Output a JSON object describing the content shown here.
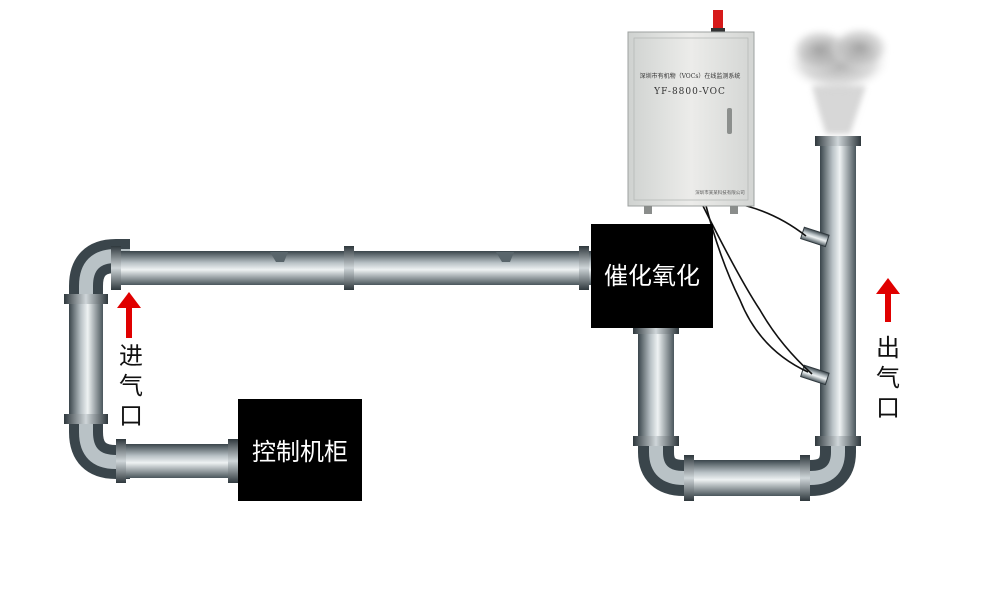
{
  "nodes": {
    "control_cabinet": "控制机柜",
    "catalytic_oxidation": "催化氧化"
  },
  "labels": {
    "inlet": [
      "进",
      "气",
      "口"
    ],
    "outlet": [
      "出",
      "气",
      "口"
    ]
  },
  "monitor_cabinet": {
    "title": "深圳市有机物（VOCs）在线监测系统",
    "model": "YF-8800-VOC",
    "maker": "深圳市某某科技有限公司"
  },
  "colors": {
    "pipe_dark": "#3f4a50",
    "pipe_light": "#e9eef0",
    "box": "#000000",
    "arrow": "#e00000"
  }
}
